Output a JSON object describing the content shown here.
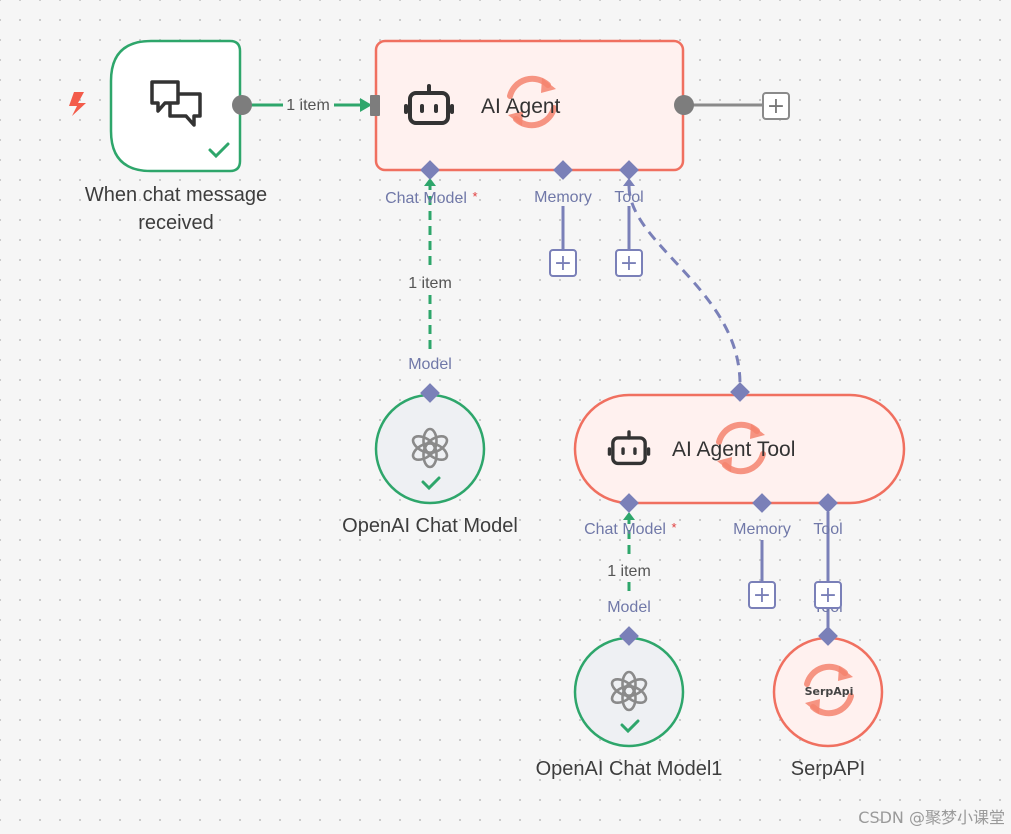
{
  "nodes": {
    "trigger": {
      "label_line1": "When chat message",
      "label_line2": "received"
    },
    "agent": {
      "title": "AI Agent",
      "ports": {
        "chat_model": "Chat Model",
        "memory": "Memory",
        "tool": "Tool"
      }
    },
    "openai1": {
      "label": "OpenAI Chat Model",
      "port": "Model"
    },
    "agent_tool": {
      "title": "AI Agent Tool",
      "ports": {
        "chat_model": "Chat Model",
        "memory": "Memory",
        "tool": "Tool"
      }
    },
    "openai2": {
      "label": "OpenAI Chat Model1",
      "port": "Model"
    },
    "serpapi": {
      "label": "SerpAPI",
      "logo_text": "SerpApi",
      "port": "Tool"
    }
  },
  "connections": {
    "trigger_to_agent": "1 item",
    "model_to_agent": "1 item",
    "model1_to_agent_tool": "1 item"
  },
  "required_mark": "*",
  "add_symbol": "+",
  "watermark": "CSDN @聚梦小课堂",
  "colors": {
    "success": "#2ea66b",
    "error_border": "#f07060",
    "error_fill": "#fff1ef",
    "port": "#7a80b8",
    "spinner": "#f5846f"
  }
}
